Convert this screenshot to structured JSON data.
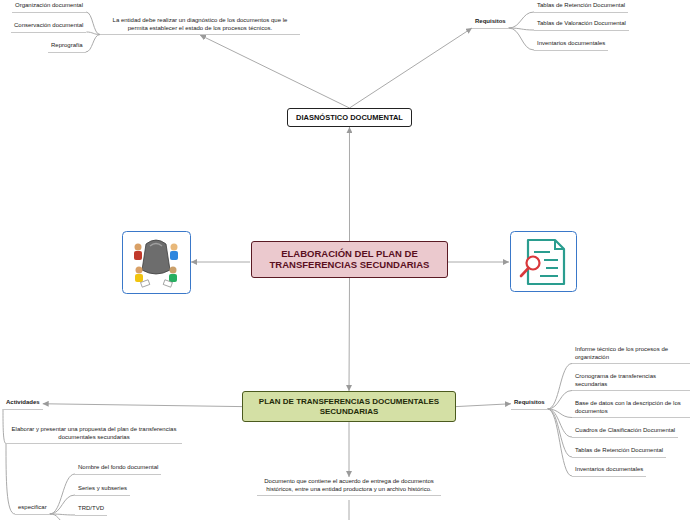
{
  "diagram": {
    "nodes": [
      {
        "text": [
          "ELABORACIÓN DEL PLAN DE TRANSFERENCIAS SECUNDARIAS"
        ]
      },
      {
        "text": [
          "DIASNÓSTICO DOCUMENTAL"
        ]
      },
      {
        "text": [
          "La entidad debe realizar un diagnóstico de los documentos que le permita establecer el estado de los procesos técnicos."
        ]
      },
      {
        "text": [
          "Organización documental"
        ]
      },
      {
        "text": [
          "Conservación documental"
        ]
      },
      {
        "text": [
          "Reprografía"
        ]
      },
      {
        "text": [
          "Requisitos"
        ]
      },
      {
        "text": [
          "Tablas de Retención Documental"
        ]
      },
      {
        "text": [
          "Tablas de Valoración Documental"
        ]
      },
      {
        "text": [
          "Inventarios documentales"
        ]
      },
      {
        "text": [
          "PLAN DE TRANSFERENCIAS DOCUMENTALES SECUNDARIAS"
        ]
      },
      {
        "text": [
          "Actividades"
        ]
      },
      {
        "text": [
          "Elaborar y presentar una propuesta del plan de transferencias documentales secundarias"
        ]
      },
      {
        "text": [
          "especificar"
        ]
      },
      {
        "text": [
          "Nombre del fondo documental"
        ]
      },
      {
        "text": [
          "Series y subseries"
        ]
      },
      {
        "text": [
          "TRD/TVD"
        ]
      },
      {
        "text": [
          "Requisitos"
        ]
      },
      {
        "text": [
          "Informe técnico de los procesos de organización"
        ]
      },
      {
        "text": [
          "Cronograma de transferencias secundarias"
        ]
      },
      {
        "text": [
          "Base de datos con la descripción de los documentos"
        ]
      },
      {
        "text": [
          "Cuadros de Clasificación Documental"
        ]
      },
      {
        "text": [
          "Tablas de Retención Documental"
        ]
      },
      {
        "text": [
          "Inventarios documentales"
        ]
      },
      {
        "text": [
          "Documento que contiene el acuerdo de entrega de documentos históricos, entre una entidad productora y un archivo histórico."
        ]
      }
    ],
    "edges": [
      {
        "from": 0,
        "to": 1,
        "arrow": "to"
      },
      {
        "from": 1,
        "to": 2,
        "arrow": "to"
      },
      {
        "from": 1,
        "to": 6,
        "arrow": "to"
      },
      {
        "from": 2,
        "to": 3,
        "arrow": "none"
      },
      {
        "from": 2,
        "to": 4,
        "arrow": "none"
      },
      {
        "from": 2,
        "to": 5,
        "arrow": "none"
      },
      {
        "from": 6,
        "to": 7,
        "arrow": "none"
      },
      {
        "from": 6,
        "to": 8,
        "arrow": "none"
      },
      {
        "from": 6,
        "to": 9,
        "arrow": "none"
      },
      {
        "from": 0,
        "to": 10,
        "arrow": "to"
      },
      {
        "from": 10,
        "to": 11,
        "arrow": "to"
      },
      {
        "from": 10,
        "to": 17,
        "arrow": "to"
      },
      {
        "from": 10,
        "to": 24,
        "arrow": "to"
      },
      {
        "from": 11,
        "to": 12,
        "arrow": "none"
      },
      {
        "from": 12,
        "to": 13,
        "arrow": "none"
      },
      {
        "from": 13,
        "to": 14,
        "arrow": "none"
      },
      {
        "from": 13,
        "to": 15,
        "arrow": "none"
      },
      {
        "from": 13,
        "to": 16,
        "arrow": "none"
      },
      {
        "from": 17,
        "to": 18,
        "arrow": "none"
      },
      {
        "from": 17,
        "to": 19,
        "arrow": "none"
      },
      {
        "from": 17,
        "to": 20,
        "arrow": "none"
      },
      {
        "from": 17,
        "to": 21,
        "arrow": "none"
      },
      {
        "from": 17,
        "to": 22,
        "arrow": "none"
      },
      {
        "from": 17,
        "to": 23,
        "arrow": "none"
      }
    ]
  }
}
